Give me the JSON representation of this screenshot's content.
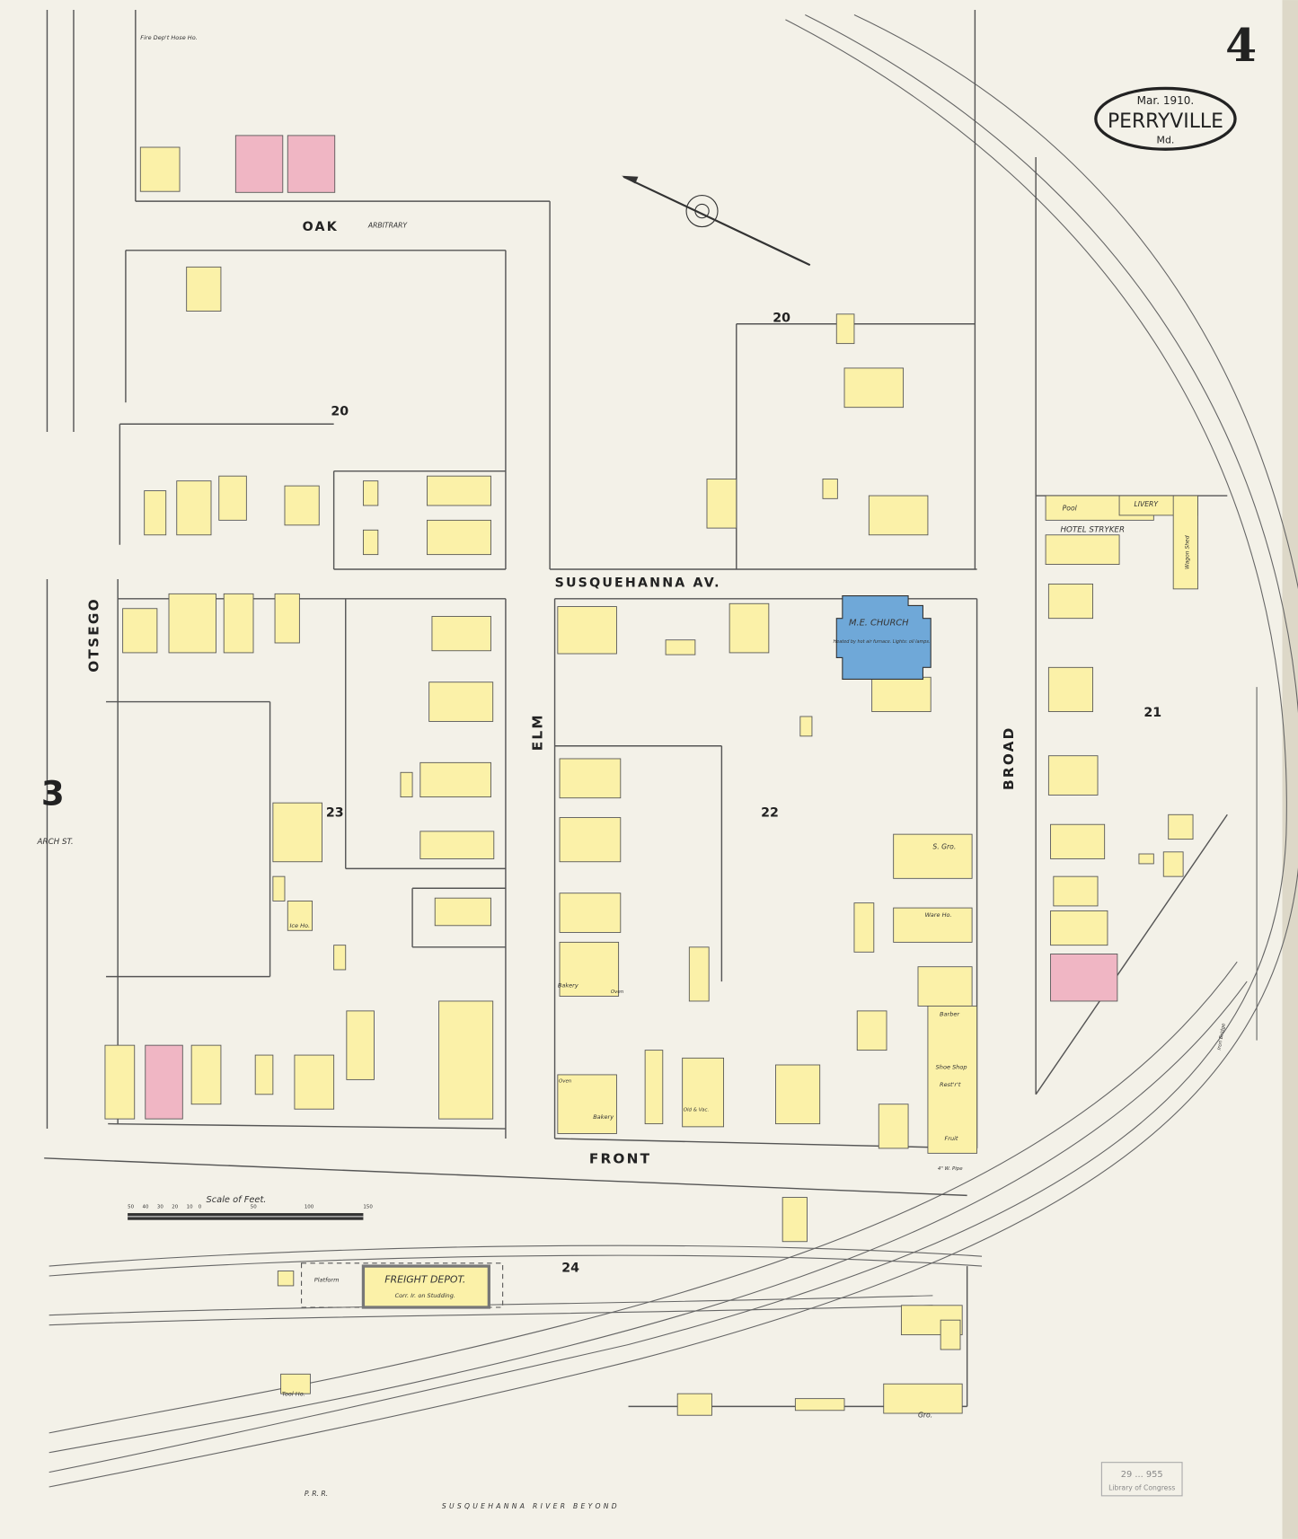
{
  "sheet": {
    "number": "4",
    "adjacent_sheet": "3",
    "date": "Mar. 1910.",
    "town": "PERRYVILLE",
    "state": "Md."
  },
  "streets": {
    "oak": "OAK",
    "arbitrary": "ARBITRARY",
    "susquehanna": "SUSQUEHANNA AV.",
    "elm": "ELM",
    "otsego": "OTSEGO",
    "broad": "BROAD",
    "front": "FRONT",
    "arch": "ARCH ST."
  },
  "blocks": [
    "20",
    "20",
    "21",
    "22",
    "23",
    "24"
  ],
  "buildings": {
    "fire_dept": "Fire Dep't Hose Ho.",
    "church": "M.E. CHURCH",
    "church_note": "Heated by hot air furnace. Lights: oil lamps.",
    "hotel": "HOTEL STRYKER",
    "pool": "Pool",
    "livery": "LIVERY",
    "wagon_shed": "Wagon Shed",
    "freight_depot": "FREIGHT DEPOT.",
    "freight_note": "Corr. Ir. on Studding.",
    "platform": "Platform",
    "tool_house": "Tool Ho.",
    "ice_house": "Ice Ho.",
    "bakery": "Bakery",
    "oven": "Oven",
    "grocery": "Gro.",
    "s_grocery": "S. Gro.",
    "ware_house": "Ware Ho.",
    "barber": "Barber",
    "shoe_shop": "Shoe Shop",
    "restaurant": "Rest'r't",
    "fruit": "Fruit",
    "old_vac": "Old & Vac."
  },
  "railroad": {
    "label": "P. R. R.",
    "bridge": "Iron Bridge"
  },
  "water_pipe": "4\" W. Pipe",
  "river": "SUSQUEHANNA RIVER BEYOND",
  "scale": {
    "title": "Scale of Feet.",
    "ticks": [
      "50",
      "40",
      "30",
      "20",
      "10",
      "0",
      "50",
      "100",
      "150"
    ]
  },
  "stamp": {
    "date": "29 ... 955",
    "library": "Library of Congress"
  },
  "colors": {
    "paper": "#f3f1e8",
    "frame": "#fbf1a8",
    "brick": "#f0b6c4",
    "stone": "#6fa8d8"
  }
}
